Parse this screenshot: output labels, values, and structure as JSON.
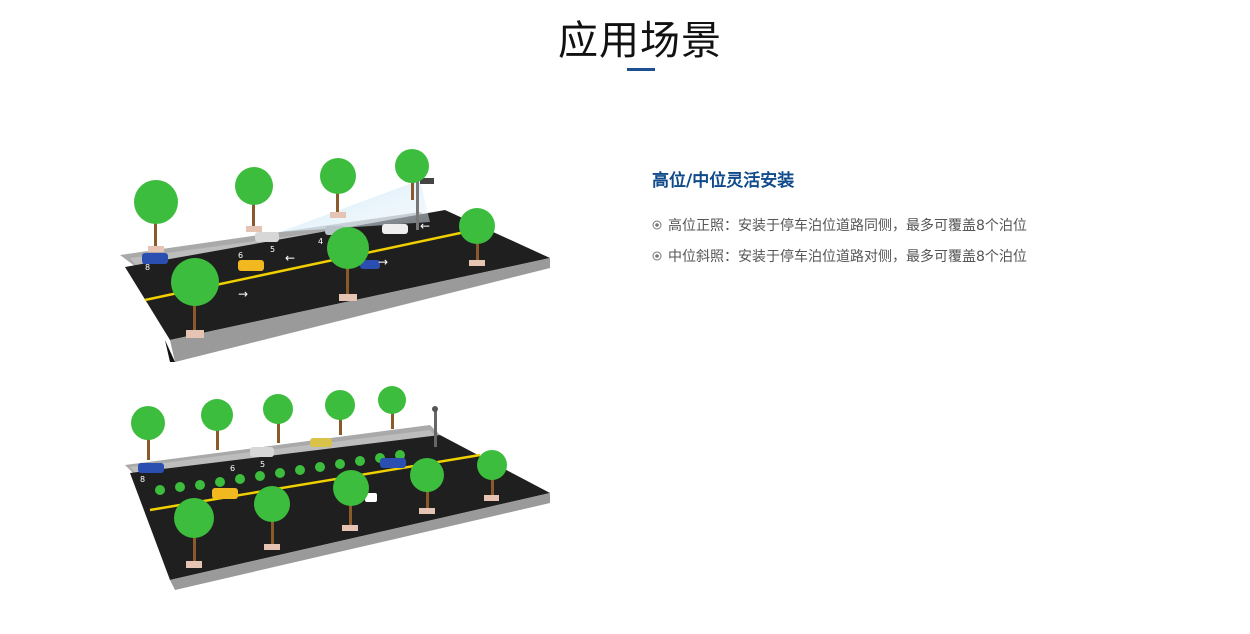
{
  "section": {
    "title": "应用场景"
  },
  "feature": {
    "heading": "高位/中位灵活安装",
    "items": [
      {
        "text": "高位正照：安装于停车泊位道路同侧，最多可覆盖8个泊位",
        "icon": "radio-bullet-icon"
      },
      {
        "text": "中位斜照：安装于停车泊位道路对侧，最多可覆盖8个泊位",
        "icon": "radio-bullet-icon"
      }
    ]
  },
  "illustrations": {
    "top": {
      "icon": "high-position-camera-street-scene",
      "slot_numbers": [
        "8",
        "6",
        "5",
        "4"
      ]
    },
    "bottom": {
      "icon": "mid-position-camera-street-scene",
      "slot_numbers": [
        "8",
        "6",
        "5"
      ]
    }
  },
  "colors": {
    "heading": "#0f4a8a",
    "accent": "#1d4f91",
    "tree": "#3dbd3d",
    "road": "#1e1e1e",
    "road_line": "#f0d000"
  }
}
